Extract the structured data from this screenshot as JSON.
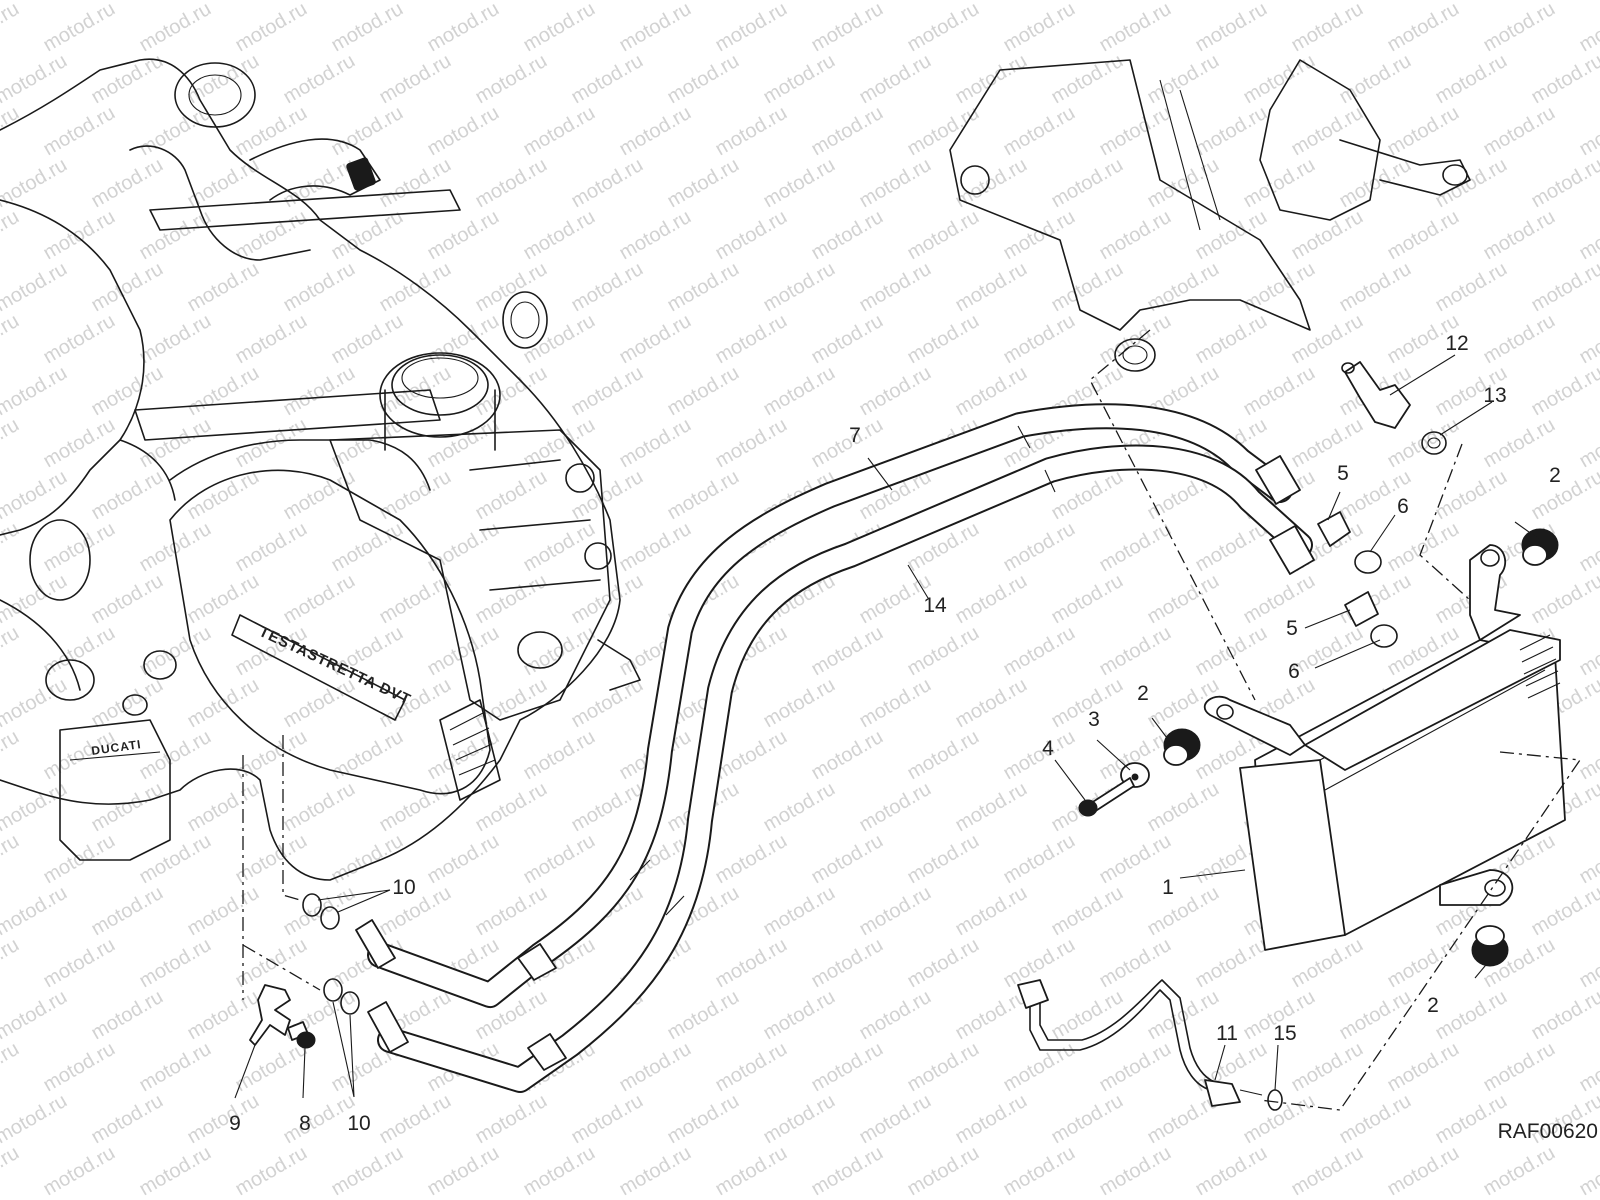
{
  "watermark": "motod.ru",
  "diagram_code": "RAF00620",
  "engine_cover_text": "TESTASTRETTA DVT",
  "engine_brand_text": "DUCATI",
  "callouts": [
    "1",
    "2",
    "2",
    "2",
    "3",
    "4",
    "5",
    "5",
    "6",
    "6",
    "7",
    "8",
    "9",
    "10",
    "10",
    "11",
    "12",
    "13",
    "14",
    "15"
  ]
}
